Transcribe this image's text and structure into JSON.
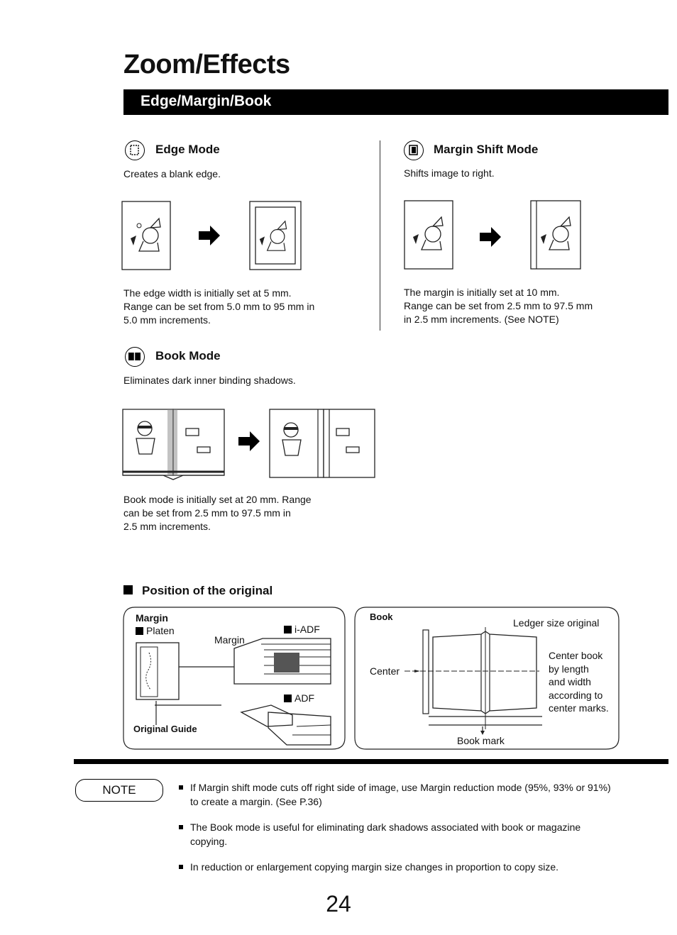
{
  "page": {
    "title": "Zoom/Effects",
    "section": "Edge/Margin/Book",
    "page_number": "24"
  },
  "edge_mode": {
    "title": "Edge Mode",
    "desc": "Creates a blank edge.",
    "body": [
      "The edge width is initially set at 5 mm.",
      "Range can be set from 5.0 mm to 95 mm in",
      "5.0 mm increments."
    ]
  },
  "margin_mode": {
    "title": "Margin Shift Mode",
    "desc": "Shifts image to right.",
    "body": [
      "The margin is initially set at 10 mm.",
      "Range can be set from 2.5 mm to 97.5 mm",
      "in 2.5 mm increments. (See NOTE)"
    ]
  },
  "book_mode": {
    "title": "Book Mode",
    "desc": "Eliminates dark inner binding shadows.",
    "body": [
      "Book mode is initially set at 20 mm. Range",
      "can be set from 2.5 mm to 97.5 mm in",
      "2.5 mm increments."
    ]
  },
  "position": {
    "title": "Position of the original",
    "margin_panel": {
      "heading": "Margin",
      "platen": "Platen",
      "margin_label": "Margin",
      "iadf": "i-ADF",
      "adf": "ADF",
      "guide": "Original Guide"
    },
    "book_panel": {
      "heading": "Book",
      "ledger": "Ledger size original",
      "center": "Center",
      "center_text": [
        "Center book",
        "by length",
        "and width",
        "according to",
        "center marks."
      ],
      "book_mark": "Book mark"
    }
  },
  "note": {
    "label": "NOTE",
    "items": [
      "If Margin shift mode cuts off right side of image, use Margin reduction mode (95%, 93% or 91%) to create a margin. (See P.36)",
      "The Book mode is useful for eliminating dark shadows associated with book or magazine copying.",
      "In reduction or enlargement copying margin size changes in proportion to copy size."
    ]
  }
}
